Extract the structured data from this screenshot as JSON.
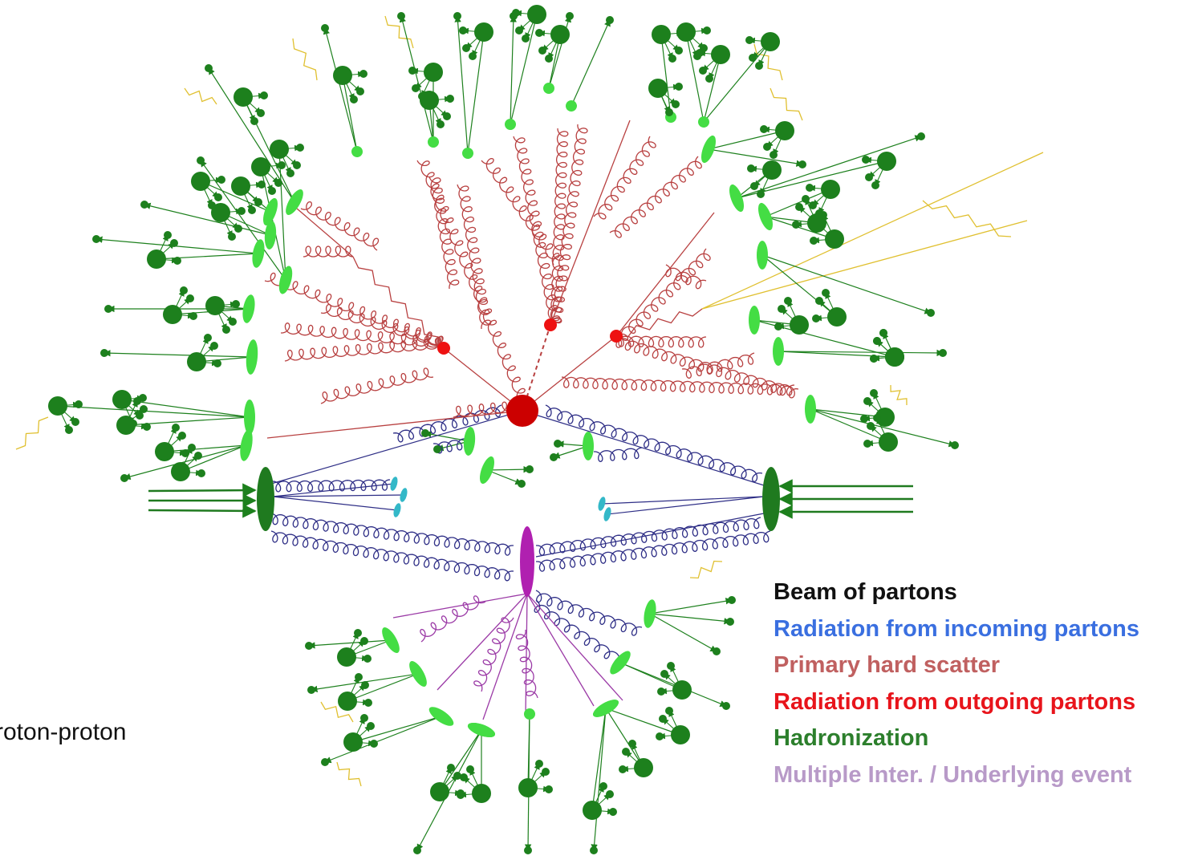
{
  "side_label": "roton-proton",
  "legend": [
    {
      "label": "Beam of partons",
      "color": "#111111"
    },
    {
      "label": "Radiation from  incoming partons",
      "color": "#3a6fe0"
    },
    {
      "label": "Primary hard scatter",
      "color": "#c06060"
    },
    {
      "label": "Radiation from outgoing partons",
      "color": "#e8141b"
    },
    {
      "label": "Hadronization",
      "color": "#2c7f2c"
    },
    {
      "label": "Multiple Inter. / Underlying event",
      "color": "#b89ac8"
    }
  ],
  "colors": {
    "hard_scatter_vertex": "#cc0000",
    "hard_scatter_lines": "#b84040",
    "incoming_radiation": "#2e2e86",
    "outgoing_vertex": "#ee1111",
    "hadron_cluster": "#44dd44",
    "hadron": "#1d801d",
    "beam": "#1f7a1f",
    "beam_remnant": "#33b8c8",
    "underlying_event": "#9b3aa6",
    "underlying_blob": "#b020b0",
    "photon": "#e0c030"
  }
}
